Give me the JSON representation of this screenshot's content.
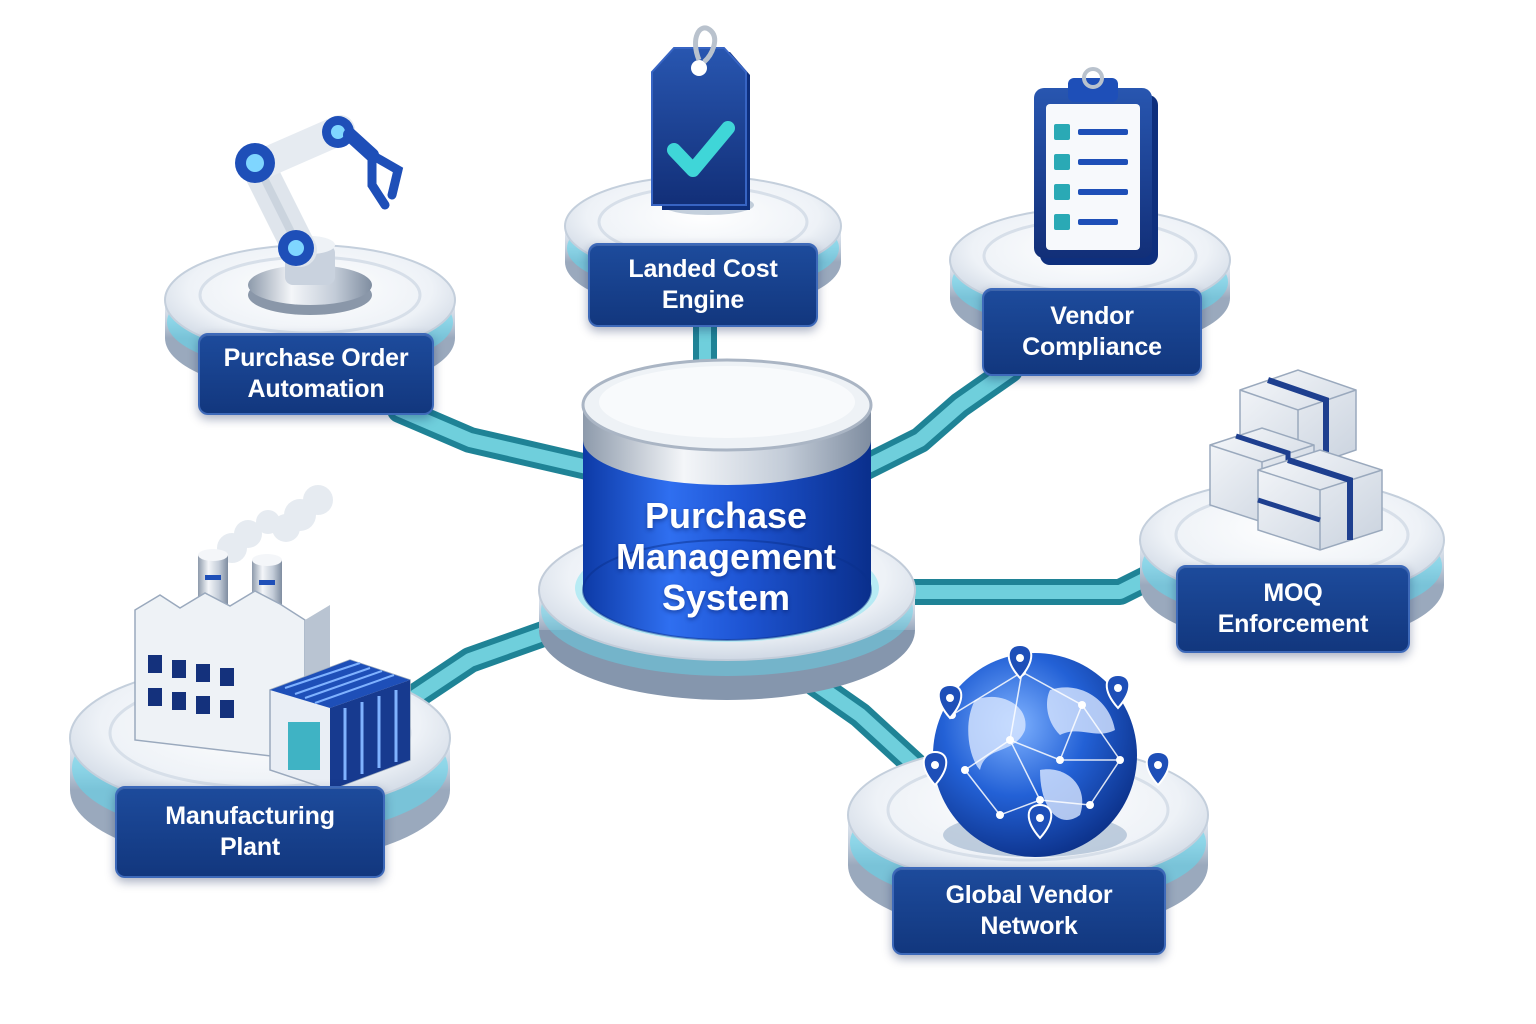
{
  "hub": {
    "line1": "Purchase",
    "line2": "Management",
    "line3": "System"
  },
  "nodes": {
    "purchase_order": {
      "line1": "Purchase Order",
      "line2": "Automation"
    },
    "landed_cost": {
      "line1": "Landed Cost",
      "line2": "Engine"
    },
    "vendor_compliance": {
      "line1": "Vendor",
      "line2": "Compliance"
    },
    "moq": {
      "line1": "MOQ",
      "line2": "Enforcement"
    },
    "global_vendor": {
      "line1": "Global Vendor",
      "line2": "Network"
    },
    "manufacturing": {
      "line1": "Manufacturing",
      "line2": "Plant"
    }
  },
  "icons": {
    "purchase_order": "robotic-arm-icon",
    "landed_cost": "price-tag-check-icon",
    "vendor_compliance": "clipboard-checklist-icon",
    "moq": "stacked-boxes-icon",
    "global_vendor": "globe-network-icon",
    "manufacturing": "factory-icon"
  },
  "colors": {
    "label_bg": "#163f8a",
    "hub_blue": "#1f5bd6",
    "connector_teal": "#3fb3c4",
    "glow_cyan": "#5fd9ee"
  }
}
